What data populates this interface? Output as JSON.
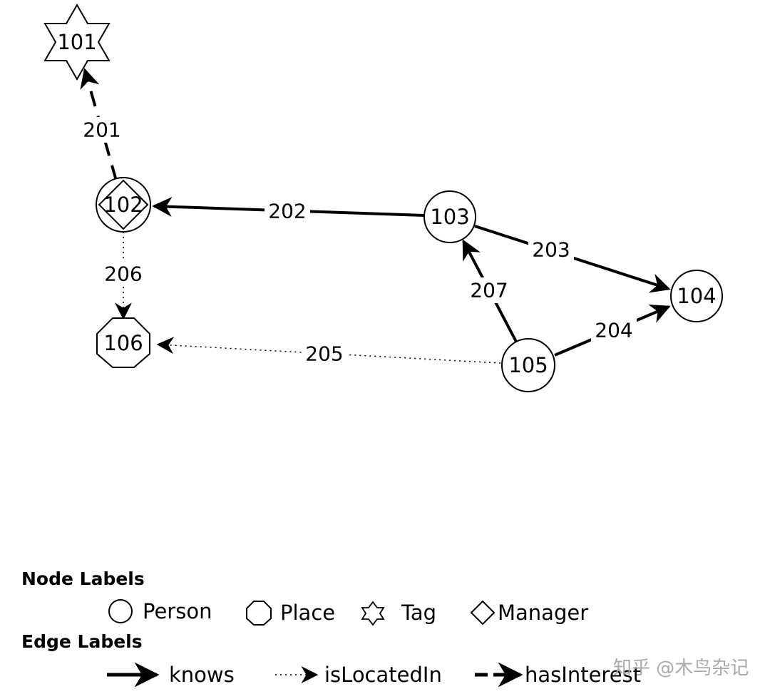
{
  "nodes": [
    {
      "id": "101",
      "label": "101",
      "type": "tag"
    },
    {
      "id": "102",
      "label": "102",
      "type": "person-manager"
    },
    {
      "id": "103",
      "label": "103",
      "type": "person"
    },
    {
      "id": "104",
      "label": "104",
      "type": "person"
    },
    {
      "id": "105",
      "label": "105",
      "type": "person"
    },
    {
      "id": "106",
      "label": "106",
      "type": "place"
    }
  ],
  "edges": [
    {
      "id": "201",
      "label": "201",
      "from": "102",
      "to": "101",
      "kind": "hasInterest"
    },
    {
      "id": "202",
      "label": "202",
      "from": "103",
      "to": "102",
      "kind": "knows"
    },
    {
      "id": "203",
      "label": "203",
      "from": "103",
      "to": "104",
      "kind": "knows"
    },
    {
      "id": "204",
      "label": "204",
      "from": "105",
      "to": "104",
      "kind": "knows"
    },
    {
      "id": "205",
      "label": "205",
      "from": "105",
      "to": "106",
      "kind": "isLocatedIn"
    },
    {
      "id": "206",
      "label": "206",
      "from": "102",
      "to": "106",
      "kind": "isLocatedIn"
    },
    {
      "id": "207",
      "label": "207",
      "from": "105",
      "to": "103",
      "kind": "knows"
    }
  ],
  "legend": {
    "node_heading": "Node Labels",
    "edge_heading": "Edge Labels",
    "node_items": [
      {
        "shape": "circle",
        "label": "Person"
      },
      {
        "shape": "octagon",
        "label": "Place"
      },
      {
        "shape": "star",
        "label": "Tag"
      },
      {
        "shape": "diamond",
        "label": "Manager"
      }
    ],
    "edge_items": [
      {
        "style": "solid",
        "label": "knows"
      },
      {
        "style": "dotted",
        "label": "isLocatedIn"
      },
      {
        "style": "dashed",
        "label": "hasInterest"
      }
    ]
  },
  "watermark": "知乎 @木鸟杂记"
}
